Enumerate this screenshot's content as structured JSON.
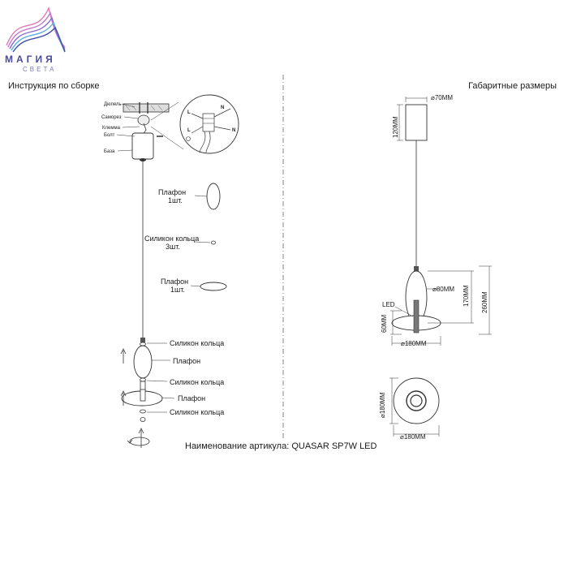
{
  "brand": {
    "name": "МАГИЯ",
    "tagline": "СВЕТА",
    "colors": {
      "wave1": "#e07ab8",
      "wave2": "#8a6ed0",
      "wave3": "#5ab0e0",
      "wave4": "#3d4fa8"
    }
  },
  "headings": {
    "assembly": "Инструкция по сборке",
    "dimensions": "Габаритные размеры"
  },
  "assembly_labels": {
    "dowel": "Дюпель",
    "screw": "Саморез",
    "terminal": "Клемма",
    "bolt": "Болт",
    "base": "База",
    "shade_qty_1": "Плафон\n1шт.",
    "rings_qty": "Силикон кольца\n3шт.",
    "shade_qty_2": "Плафон\n1шт.",
    "ring_a": "Силикон кольца",
    "shade_a": "Плафон",
    "ring_b": "Силикон кольца",
    "shade_b": "Плафон",
    "ring_c": "Силикон кольца",
    "wire_n": "N",
    "wire_l": "L"
  },
  "dimension_labels": {
    "base_diameter": "⌀70ММ",
    "base_height": "120ММ",
    "shade_diameter": "⌀80ММ",
    "led": "LED",
    "height_170": "170ММ",
    "height_260": "260ММ",
    "height_60": "60ММ",
    "disc_diameter": "⌀180ММ",
    "top_view_diameter_v": "⌀180ММ",
    "top_view_diameter_h": "⌀180ММ"
  },
  "article": "Наименование артикула: QUASAR SP7W LED"
}
